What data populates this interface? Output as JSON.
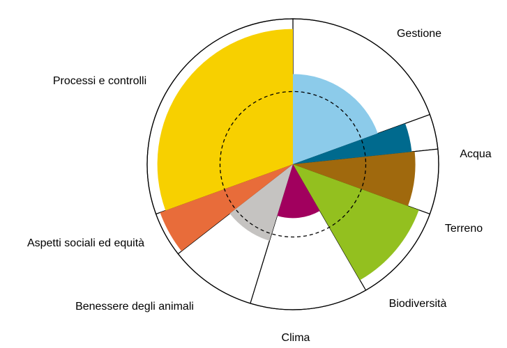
{
  "chart_data": {
    "type": "polar-area",
    "categories": [
      "Gestione",
      "Acqua",
      "Terreno",
      "Biodiversità",
      "Clima",
      "Benessere degli animali",
      "Aspetti sociali ed equità",
      "Processi e controlli"
    ],
    "values": [
      0.62,
      0.82,
      0.84,
      0.92,
      0.37,
      0.55,
      0.97,
      0.93
    ],
    "angles_deg": [
      0,
      70,
      84,
      110,
      150,
      197,
      232,
      250,
      360
    ],
    "scale": {
      "min": 0,
      "max": 1,
      "reference": 0.5
    },
    "colors": [
      "#8ccbea",
      "#006a8e",
      "#a0690d",
      "#93c01f",
      "#a1005e",
      "#c5c3c1",
      "#e86c3a",
      "#f7d000"
    ],
    "background_color": "#ffffff",
    "outline_color": "#000000",
    "reference_circle": "dashed"
  }
}
